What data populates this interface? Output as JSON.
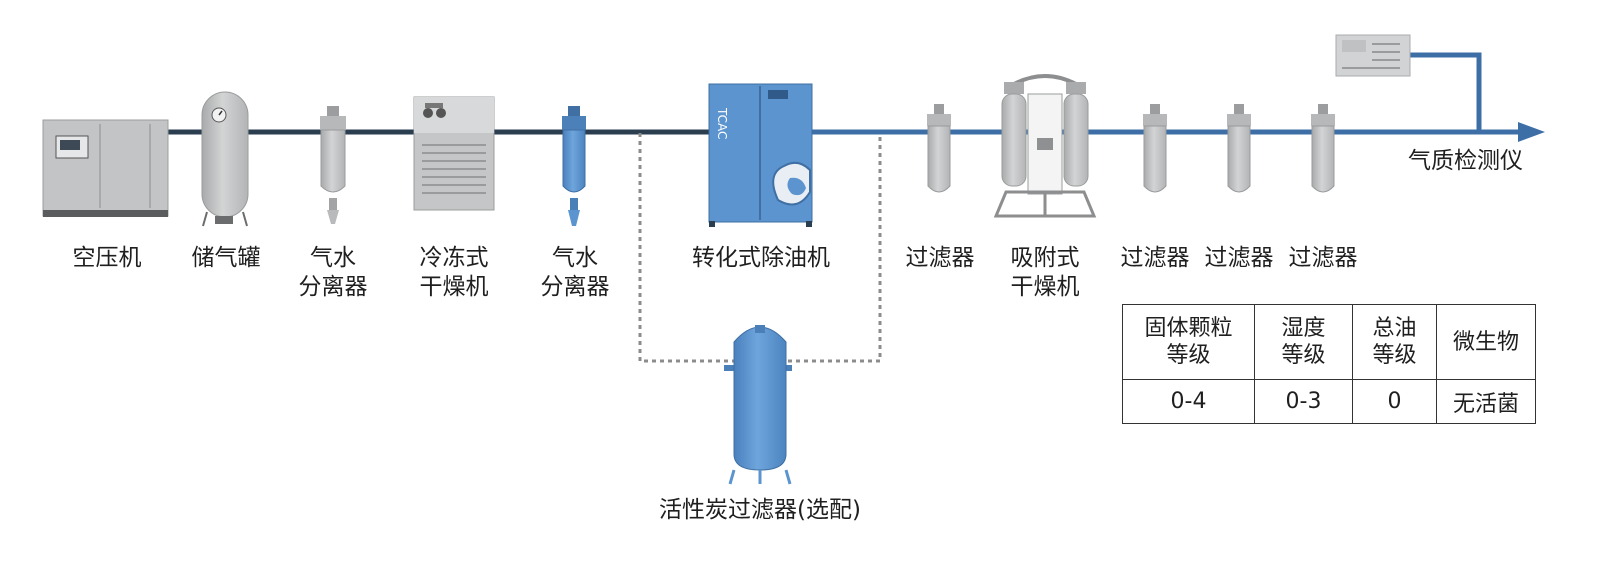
{
  "colors": {
    "pipe_dark": "#2b3e50",
    "pipe_blue": "#3d6fa6",
    "equipment_gray": "#c7c8c9",
    "equipment_blue": "#5b94cf",
    "dotted_line": "#8c8c8c"
  },
  "labels": {
    "compressor": "空压机",
    "tank": "储气罐",
    "separator1": "气水\n分离器",
    "refrigerated_dryer": "冷冻式\n干燥机",
    "separator2": "气水\n分离器",
    "oil_remover": "转化式除油机",
    "filter1": "过滤器",
    "adsorption_dryer": "吸附式\n干燥机",
    "filter2": "过滤器",
    "filter3": "过滤器",
    "filter4": "过滤器",
    "carbon_filter": "活性炭过滤器(选配)",
    "analyzer": "气质检测仪"
  },
  "device": {
    "oil_remover_brand": "TCAC"
  },
  "quality_table": {
    "headers": [
      "固体颗粒\n等级",
      "湿度\n等级",
      "总油\n等级",
      "微生物"
    ],
    "values": [
      "0-4",
      "0-3",
      "0",
      "无活菌"
    ]
  }
}
